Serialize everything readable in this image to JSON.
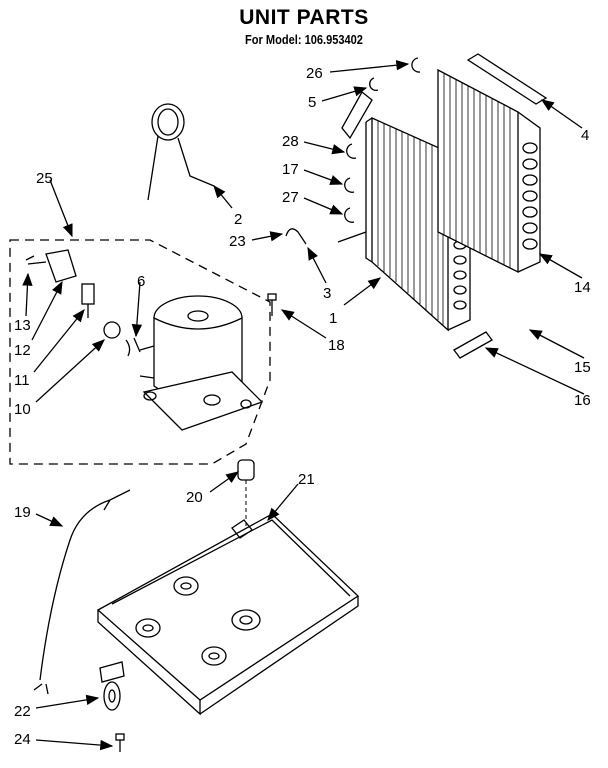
{
  "header": {
    "title": "UNIT PARTS",
    "subtitle": "For Model: 106.953402"
  },
  "callouts": {
    "c1": "1",
    "c2": "2",
    "c3": "3",
    "c4": "4",
    "c5": "5",
    "c6": "6",
    "c10": "10",
    "c11": "11",
    "c12": "12",
    "c13": "13",
    "c14": "14",
    "c15": "15",
    "c16": "16",
    "c17": "17",
    "c18": "18",
    "c19": "19",
    "c20": "20",
    "c21": "21",
    "c22": "22",
    "c23": "23",
    "c24": "24",
    "c25": "25",
    "c26": "26",
    "c27": "27",
    "c28": "28"
  }
}
